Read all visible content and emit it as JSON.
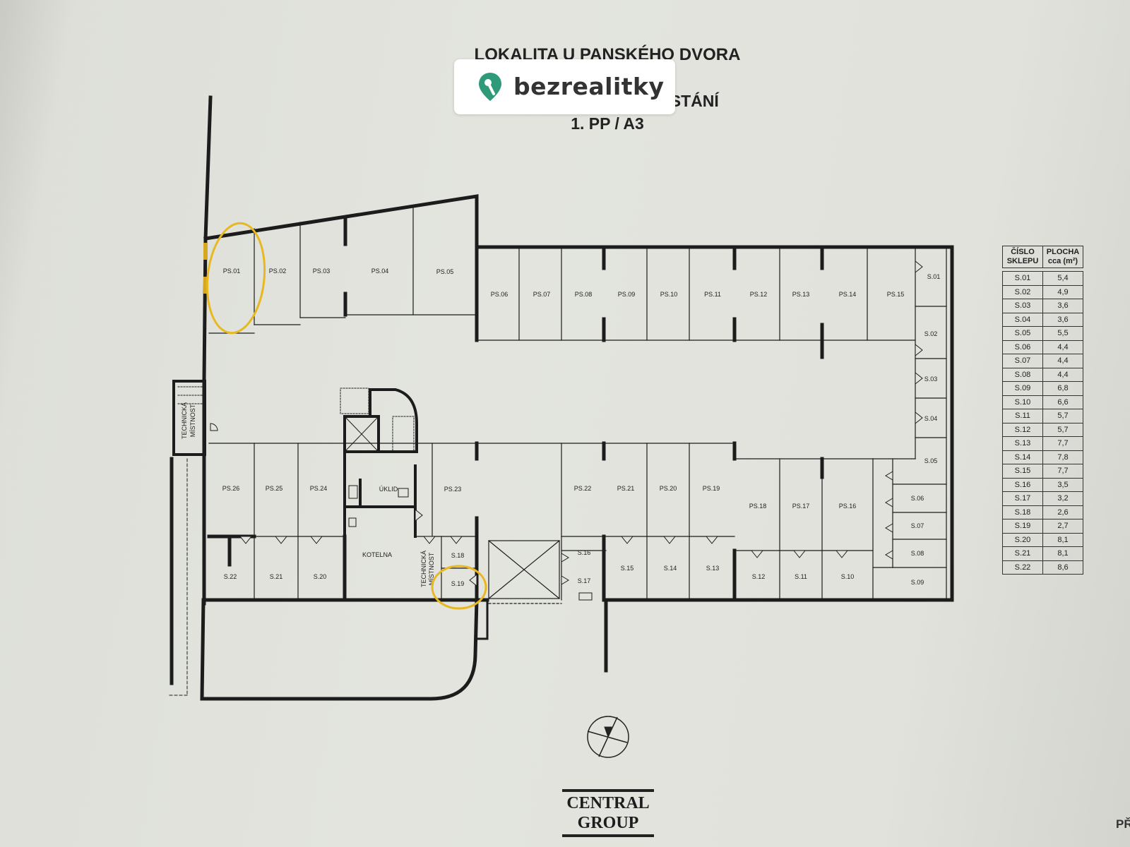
{
  "title": {
    "line1": "LOKALITA U PANSKÉHO DVORA",
    "line2": "Í STÁNÍ",
    "line3": "1. PP / A3"
  },
  "watermark": {
    "brand": "bezrealitky",
    "icon": "map-pin-icon",
    "color": "#2e9a7a"
  },
  "rooms": {
    "technicka_left": [
      "TECHNICKÁ",
      "MÍSTNOST"
    ],
    "technicka_mid": [
      "TECHNICKÁ",
      "MÍSTNOST"
    ],
    "uklid": "ÚKLID",
    "kotelna": "KOTELNA"
  },
  "parking_top": [
    "PS.01",
    "PS.02",
    "PS.03",
    "PS.04",
    "PS.05",
    "PS.06",
    "PS.07",
    "PS.08",
    "PS.09",
    "PS.10",
    "PS.11",
    "PS.12",
    "PS.13",
    "PS.14",
    "PS.15"
  ],
  "parking_bottom": [
    "PS.26",
    "PS.25",
    "PS.24",
    "PS.23",
    "PS.22",
    "PS.21",
    "PS.20",
    "PS.19",
    "PS.18",
    "PS.17",
    "PS.16"
  ],
  "cellars_right": [
    "S.01",
    "S.02",
    "S.03",
    "S.04",
    "S.05",
    "S.06",
    "S.07",
    "S.08",
    "S.09"
  ],
  "cellars_bottom": [
    "S.22",
    "S.21",
    "S.20",
    "S.18",
    "S.19",
    "S.16",
    "S.17",
    "S.15",
    "S.14",
    "S.13",
    "S.12",
    "S.11",
    "S.10"
  ],
  "legend": {
    "header_col1": [
      "ČÍSLO",
      "SKLEPU"
    ],
    "header_col2": [
      "PLOCHA",
      "cca (m²)"
    ],
    "rows": [
      [
        "S.01",
        "5,4"
      ],
      [
        "S.02",
        "4,9"
      ],
      [
        "S.03",
        "3,6"
      ],
      [
        "S.04",
        "3,6"
      ],
      [
        "S.05",
        "5,5"
      ],
      [
        "S.06",
        "4,4"
      ],
      [
        "S.07",
        "4,4"
      ],
      [
        "S.08",
        "4,4"
      ],
      [
        "S.09",
        "6,8"
      ],
      [
        "S.10",
        "6,6"
      ],
      [
        "S.11",
        "5,7"
      ],
      [
        "S.12",
        "5,7"
      ],
      [
        "S.13",
        "7,7"
      ],
      [
        "S.14",
        "7,8"
      ],
      [
        "S.15",
        "7,7"
      ],
      [
        "S.16",
        "3,5"
      ],
      [
        "S.17",
        "3,2"
      ],
      [
        "S.18",
        "2,6"
      ],
      [
        "S.19",
        "2,7"
      ],
      [
        "S.20",
        "8,1"
      ],
      [
        "S.21",
        "8,1"
      ],
      [
        "S.22",
        "8,6"
      ]
    ]
  },
  "highlight_color": "#e8b820",
  "compass": "north-arrow-icon",
  "logo": {
    "line1": "CENTRAL",
    "line2": "GROUP"
  },
  "corner_note": "PŘ"
}
